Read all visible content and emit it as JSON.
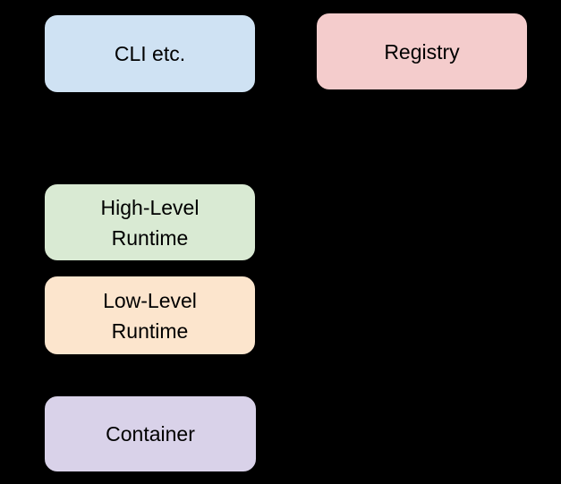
{
  "canvas": {
    "background": "#000000",
    "text_color": "#000000"
  },
  "nodes": [
    {
      "id": "cli-etc",
      "label": "CLI etc.",
      "fill": "#cfe2f3"
    },
    {
      "id": "registry",
      "label": "Registry",
      "fill": "#f4cccc"
    },
    {
      "id": "high-level-runtime",
      "label": "High-Level\nRuntime",
      "fill": "#d9ead3"
    },
    {
      "id": "low-level-runtime",
      "label": "Low-Level\nRuntime",
      "fill": "#fce5cd"
    },
    {
      "id": "container",
      "label": "Container",
      "fill": "#d9d2e9"
    }
  ]
}
